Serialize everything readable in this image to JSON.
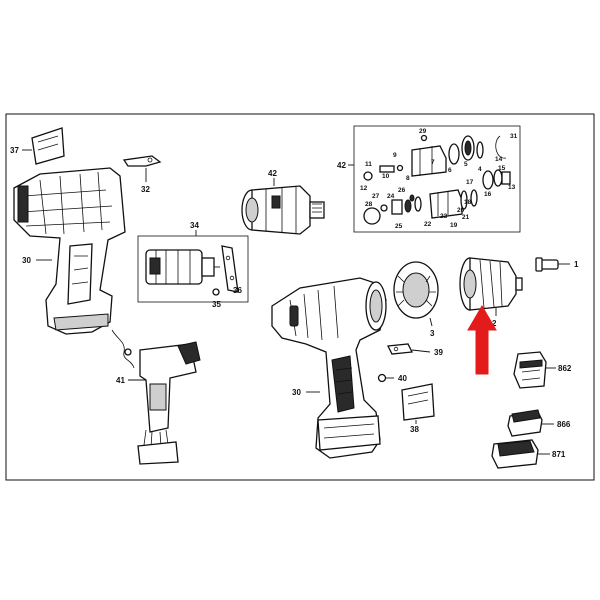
{
  "callouts": {
    "c37": "37",
    "c32": "32",
    "c30_left": "30",
    "c42_motor": "42",
    "c42_exploded": "42",
    "c34": "34",
    "c35": "35",
    "c36": "36",
    "c41": "41",
    "c1": "1",
    "c2": "2",
    "c3": "3",
    "c39": "39",
    "c40": "40",
    "c30_right": "30",
    "c38": "38",
    "c862": "862",
    "c866": "866",
    "c871": "871"
  },
  "exploded_callouts": {
    "e29": "29",
    "e31": "31",
    "e9": "9",
    "e7": "7",
    "e6": "6",
    "e5": "5",
    "e11": "11",
    "e10": "10",
    "e4": "4",
    "e14": "14",
    "e15": "15",
    "e12": "12",
    "e8": "8",
    "e13": "13",
    "e26": "26",
    "e27": "27",
    "e24": "24",
    "e17": "17",
    "e18": "18",
    "e16": "16",
    "e28": "28",
    "e25": "25",
    "e22": "22",
    "e20": "20",
    "e21": "21",
    "e19": "19",
    "e23": "23"
  },
  "colors": {
    "highlight_arrow": "#e41b1b",
    "ink": "#111111"
  },
  "icons": {
    "arrow": "arrow-up-icon"
  }
}
